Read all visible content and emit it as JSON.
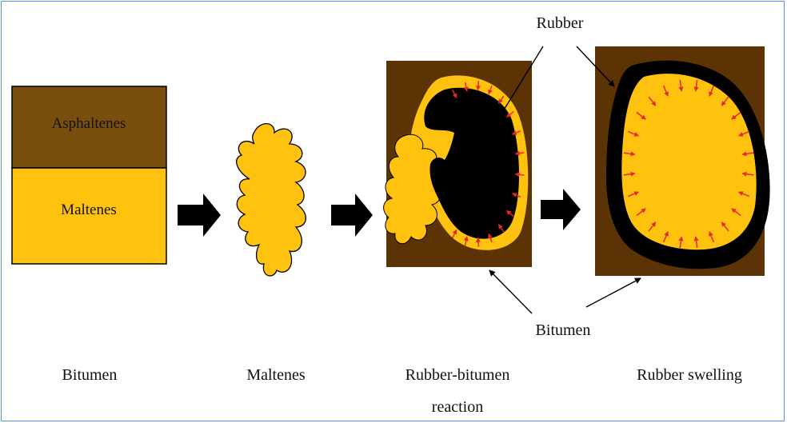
{
  "diagram": {
    "stage1": {
      "asphaltenes": "Asphaltenes",
      "maltenes": "Maltenes",
      "caption": "Bitumen"
    },
    "stage2": {
      "caption": "Maltenes"
    },
    "stage3": {
      "caption_line1": "Rubber-bitumen",
      "caption_line2": "reaction"
    },
    "stage4": {
      "caption": "Rubber swelling"
    },
    "callouts": {
      "rubber": "Rubber",
      "bitumen": "Bitumen"
    }
  },
  "colors": {
    "asphaltenes": "#7a4f0e",
    "maltenes": "#ffc20e",
    "bitumen": "#5c3305",
    "rubber": "#000000",
    "diffusion_arrow": "#e8262a",
    "process_arrow": "#000000",
    "frame": "#5b8fd6"
  },
  "icons": [
    "process-arrow-icon",
    "diffusion-arrow-icon"
  ]
}
